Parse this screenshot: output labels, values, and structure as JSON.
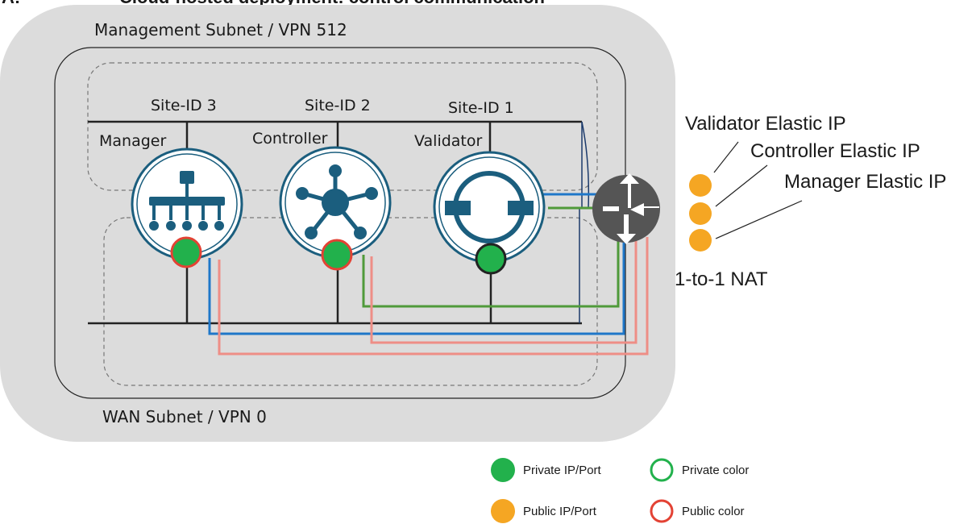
{
  "title": "Cloud-hosted deployment: control communication",
  "figure_number": "A:",
  "subnets": {
    "management": "Management Subnet / VPN 512",
    "wan": "WAN Subnet / VPN 0"
  },
  "sites": [
    {
      "site_label": "Site-ID 3",
      "node_label": "Manager",
      "icon": "manager-hierarchy-icon",
      "port": "private-fill-public-outline"
    },
    {
      "site_label": "Site-ID 2",
      "node_label": "Controller",
      "icon": "controller-hub-icon",
      "port": "private-fill-public-outline"
    },
    {
      "site_label": "Site-ID 1",
      "node_label": "Validator",
      "icon": "validator-icon",
      "port": "private-fill-private-outline"
    }
  ],
  "router": {
    "icon": "router-nat-icon"
  },
  "elastic_ips": [
    "Validator Elastic IP",
    "Controller Elastic IP",
    "Manager Elastic IP"
  ],
  "nat_label": "1-to-1 NAT",
  "legend": {
    "private_ip": "Private IP/Port",
    "public_ip": "Public IP/Port",
    "private_color": "Private color",
    "public_color": "Public color"
  },
  "colors": {
    "private": "#22b14c",
    "public_ip": "#f5a623",
    "public_outline": "#e34234",
    "blue_path": "#1f77c9",
    "green_path": "#4f9a3a",
    "pink_path": "#ee8e86",
    "node_fill": "#1b5e7e"
  }
}
